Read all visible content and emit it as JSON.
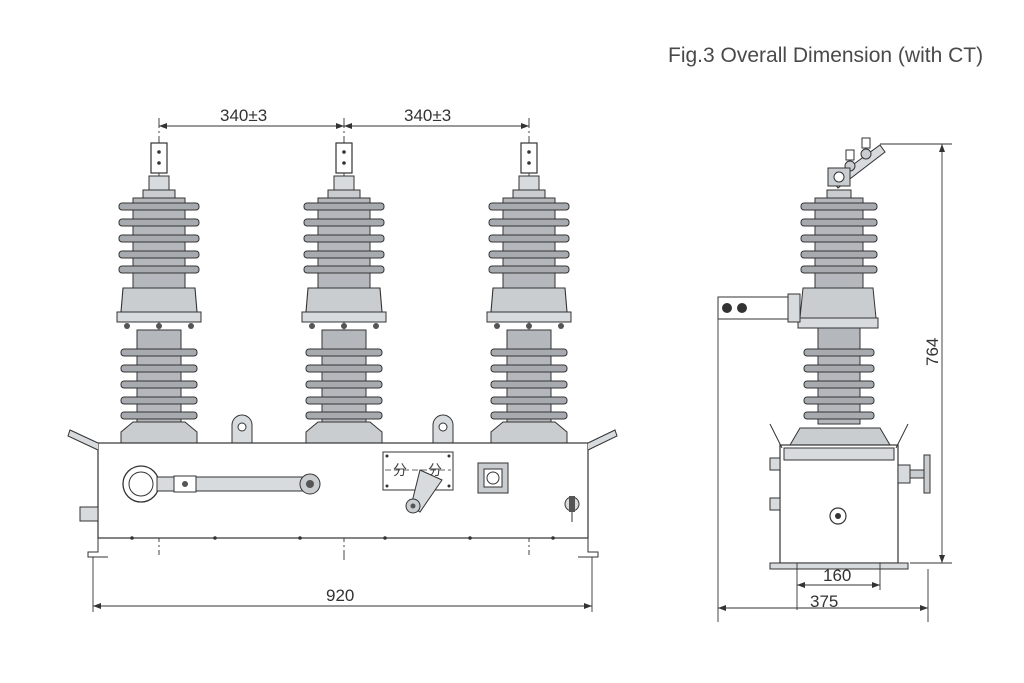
{
  "title": "Fig.3 Overall Dimension (with CT)",
  "dimensions": {
    "pole_spacing_left": "340±3",
    "pole_spacing_right": "340±3",
    "overall_width": "920",
    "side_height": "764",
    "side_base_inner": "160",
    "side_base_outer": "375"
  },
  "panel_label": {
    "open_char_left": "分",
    "open_char_right": "分"
  },
  "colors": {
    "line": "#333333",
    "insulator_fill": "#b4b8bc",
    "body_fill": "#c9cdd0",
    "metal_fill": "#d8dbde"
  }
}
